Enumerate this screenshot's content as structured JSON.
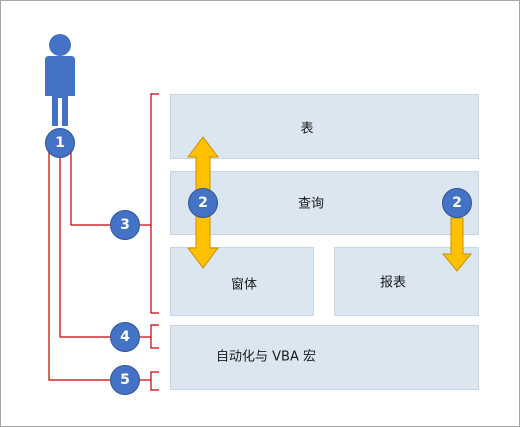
{
  "boxes": {
    "tables": "表",
    "queries": "查询",
    "forms": "窗体",
    "reports": "报表",
    "automation": "自动化与 VBA 宏"
  },
  "badges": {
    "user": "1",
    "arrow_left": "2",
    "arrow_right": "2",
    "bracket_main": "3",
    "bracket_automation": "4",
    "automation_link": "5"
  },
  "colors": {
    "box_fill": "#dce6f1",
    "badge_fill": "#4472c4",
    "person": "#4472c4",
    "arrow": "#ffc000",
    "connector": "#c00000"
  },
  "icons": {
    "person": "person-icon"
  }
}
